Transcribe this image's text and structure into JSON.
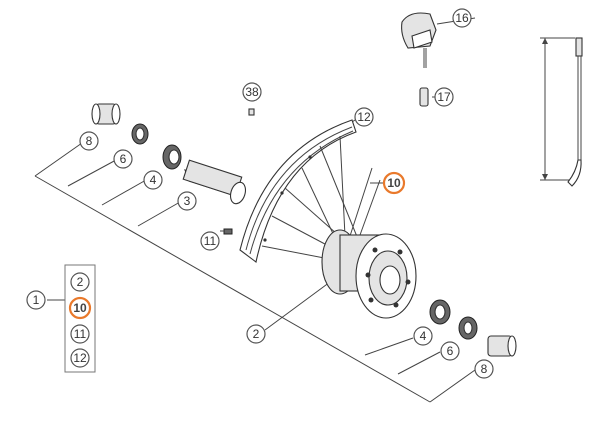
{
  "diagram": {
    "highlight_color": "#e9792b",
    "callouts": {
      "c1": "1",
      "c2": "2",
      "c3": "3",
      "c4a": "4",
      "c4b": "4",
      "c6a": "6",
      "c6b": "6",
      "c8a": "8",
      "c8b": "8",
      "c10": "10",
      "c11": "11",
      "c12": "12",
      "c16": "16",
      "c17": "17",
      "c38": "38"
    },
    "group": {
      "items": [
        "2",
        "10",
        "11",
        "12"
      ],
      "highlighted_item": "10"
    }
  }
}
